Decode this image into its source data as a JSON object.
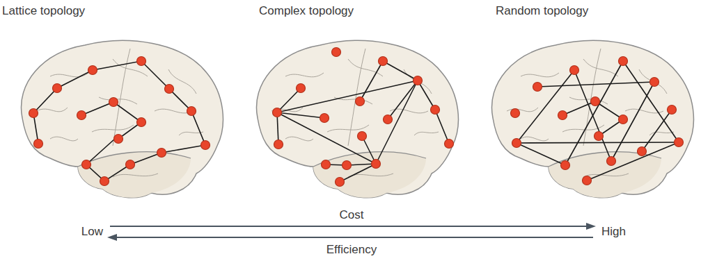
{
  "diagram": {
    "labels": [
      "Lattice topology",
      "Complex topology",
      "Random topology",
      "Low",
      "Cost",
      "High",
      "Efficiency"
    ]
  }
}
